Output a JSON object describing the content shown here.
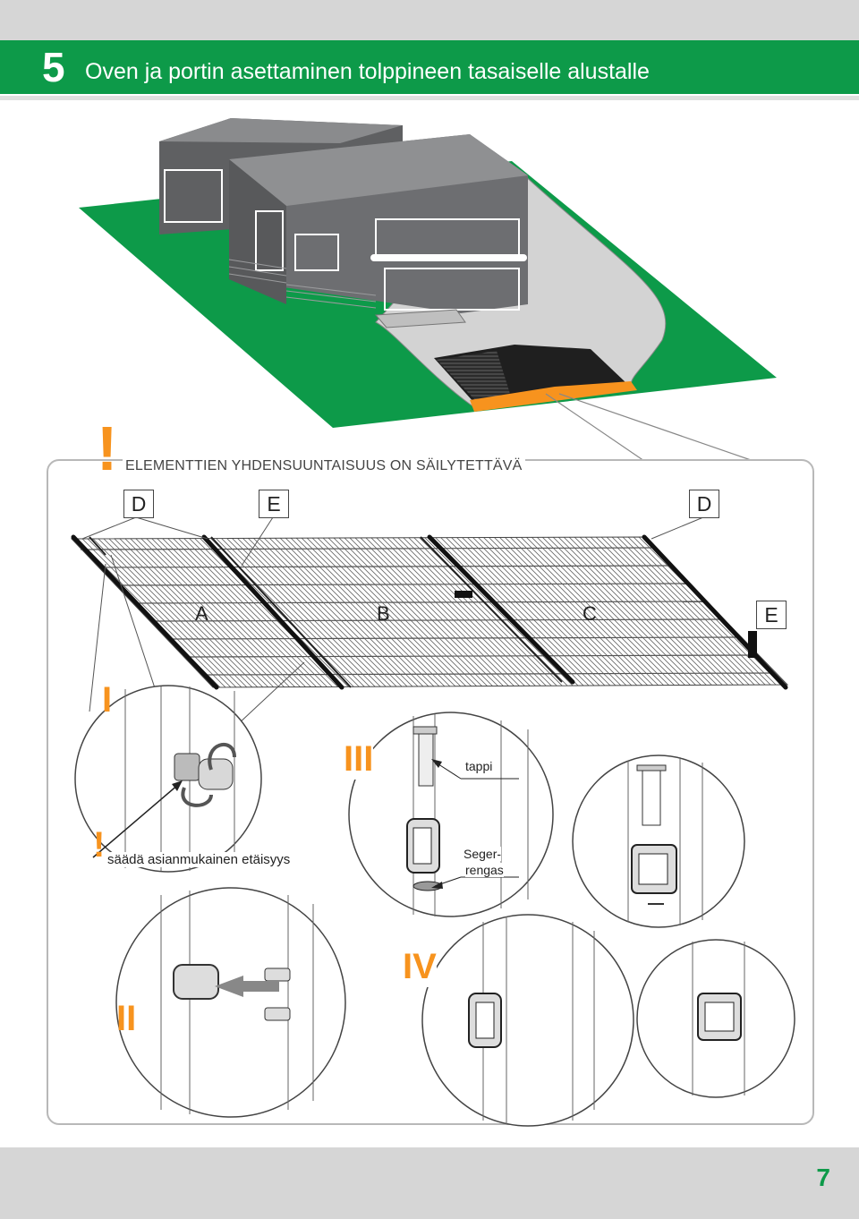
{
  "header": {
    "step_number": "5",
    "title": "Oven ja portin asettaminen tolppineen tasaiselle alustalle"
  },
  "warning": {
    "mark": "!",
    "text": "ELEMENTTIEN YHDENSUUNTAISUUS ON SÄILYTETTÄVÄ"
  },
  "labels": {
    "d_left": "D",
    "e_top": "E",
    "d_right": "D",
    "a": "A",
    "b": "B",
    "c": "C",
    "e_right": "E"
  },
  "steps": {
    "i": "I",
    "ii": "II",
    "iii": "III",
    "iv": "IV"
  },
  "callouts": {
    "adjust_mark": "!",
    "adjust_text": "säädä asianmukainen etäisyys",
    "pin": "tappi",
    "ring_line1": "Seger-",
    "ring_line2": "rengas"
  },
  "footer": {
    "page_number": "7"
  },
  "colors": {
    "brand_green": "#0d9a49",
    "accent_orange": "#f7931e",
    "building_gray": "#6d6e71",
    "lawn_green": "#0d9a49"
  }
}
